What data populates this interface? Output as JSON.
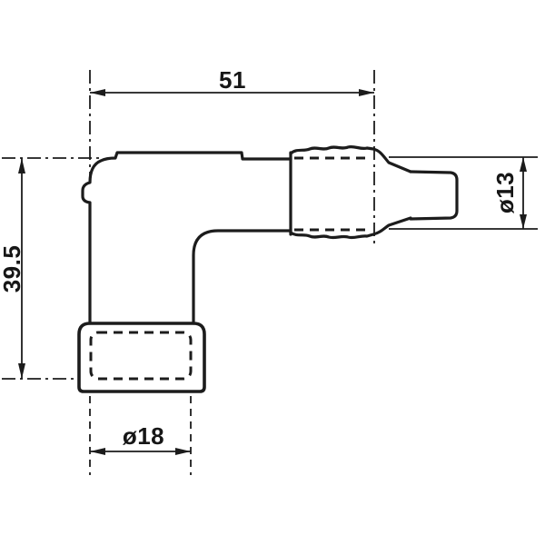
{
  "canvas": {
    "background_color": "#ffffff",
    "line_color": "#1c1c1c"
  },
  "dimensions": {
    "width": "51",
    "height": "39.5",
    "terminal_diameter": "ø13",
    "boot_diameter": "ø18"
  }
}
